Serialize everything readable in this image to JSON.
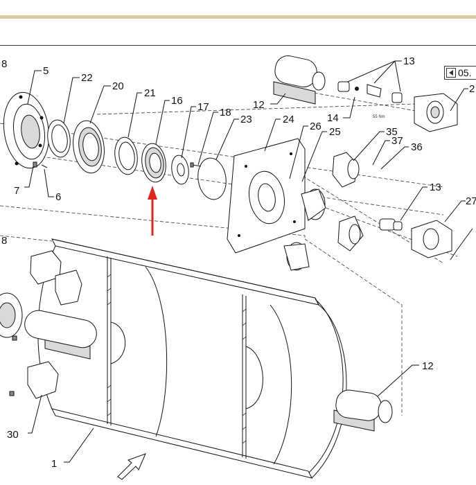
{
  "header": {
    "band_color": "#d7c9a0",
    "rule_color": "#333333"
  },
  "page_ref": {
    "text": "05."
  },
  "torque_note": "55 Nm",
  "arrow_color": "#e0261f",
  "callouts": [
    {
      "id": "c-8a",
      "text": "8"
    },
    {
      "id": "c-5",
      "text": "5"
    },
    {
      "id": "c-22",
      "text": "22"
    },
    {
      "id": "c-20",
      "text": "20"
    },
    {
      "id": "c-21",
      "text": "21"
    },
    {
      "id": "c-16",
      "text": "16"
    },
    {
      "id": "c-17",
      "text": "17"
    },
    {
      "id": "c-18",
      "text": "18"
    },
    {
      "id": "c-23",
      "text": "23"
    },
    {
      "id": "c-24",
      "text": "24"
    },
    {
      "id": "c-26",
      "text": "26"
    },
    {
      "id": "c-25",
      "text": "25"
    },
    {
      "id": "c-12a",
      "text": "12"
    },
    {
      "id": "c-13a",
      "text": "13"
    },
    {
      "id": "c-14",
      "text": "14"
    },
    {
      "id": "c-2",
      "text": "2"
    },
    {
      "id": "c-35",
      "text": "35"
    },
    {
      "id": "c-37",
      "text": "37"
    },
    {
      "id": "c-36",
      "text": "36"
    },
    {
      "id": "c-7",
      "text": "7"
    },
    {
      "id": "c-6",
      "text": "6"
    },
    {
      "id": "c-13b",
      "text": "13"
    },
    {
      "id": "c-27",
      "text": "27"
    },
    {
      "id": "c-8b",
      "text": "8"
    },
    {
      "id": "c-12b",
      "text": "12"
    },
    {
      "id": "c-30",
      "text": "30"
    },
    {
      "id": "c-1",
      "text": "1"
    }
  ]
}
